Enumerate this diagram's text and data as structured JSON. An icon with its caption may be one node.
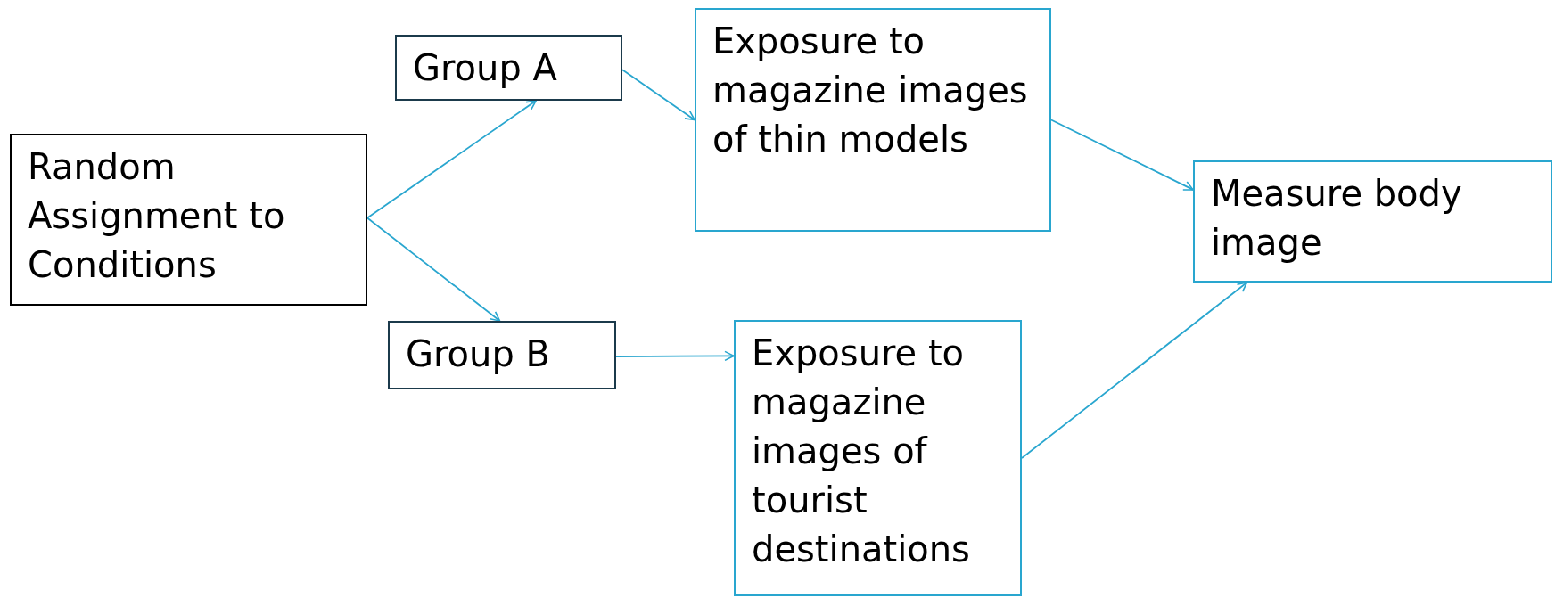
{
  "diagram": {
    "nodes": [
      {
        "text": [
          "Random Assignment to Conditions"
        ]
      },
      {
        "text": [
          "Group A"
        ]
      },
      {
        "text": [
          "Group B"
        ]
      },
      {
        "text": [
          "Exposure to magazine images of thin models"
        ]
      },
      {
        "text": [
          "Exposure to magazine images of tourist destinations"
        ]
      },
      {
        "text": [
          "Measure body image"
        ]
      }
    ],
    "edges": [
      {
        "from": 0,
        "to": 1,
        "arrow": "to"
      },
      {
        "from": 0,
        "to": 2,
        "arrow": "to"
      },
      {
        "from": 1,
        "to": 3,
        "arrow": "to"
      },
      {
        "from": 2,
        "to": 4,
        "arrow": "to"
      },
      {
        "from": 3,
        "to": 5,
        "arrow": "to"
      },
      {
        "from": 4,
        "to": 5,
        "arrow": "to"
      }
    ]
  }
}
